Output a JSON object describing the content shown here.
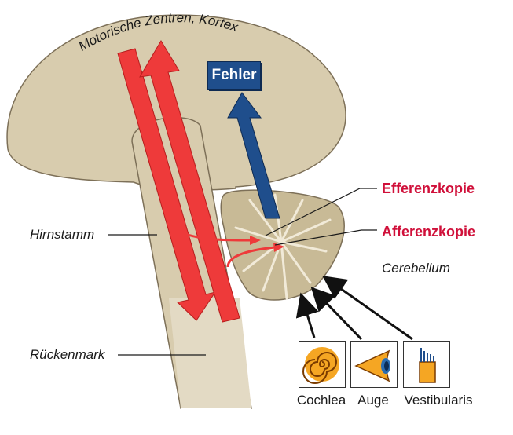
{
  "title_arc": "Motorische Zentren, Kortex",
  "fehler": "Fehler",
  "labels": {
    "efferenzkopie": "Efferenzkopie",
    "afferenzkopie": "Afferenzkopie",
    "cerebellum": "Cerebellum",
    "hirnstamm": "Hirnstamm",
    "rueckenmark": "Rückenmark"
  },
  "senses": [
    {
      "label": "Cochlea",
      "icon": "cochlea-icon"
    },
    {
      "label": "Auge",
      "icon": "eye-icon"
    },
    {
      "label": "Vestibularis",
      "icon": "vestibular-icon"
    }
  ],
  "colors": {
    "tissue": "#d8ccae",
    "tissue_dark": "#bfb08a",
    "red_arrow": "#ee3a3a",
    "blue_arrow": "#1f4e8c",
    "label_red": "#d0103a",
    "icon_orange": "#f5a623"
  }
}
